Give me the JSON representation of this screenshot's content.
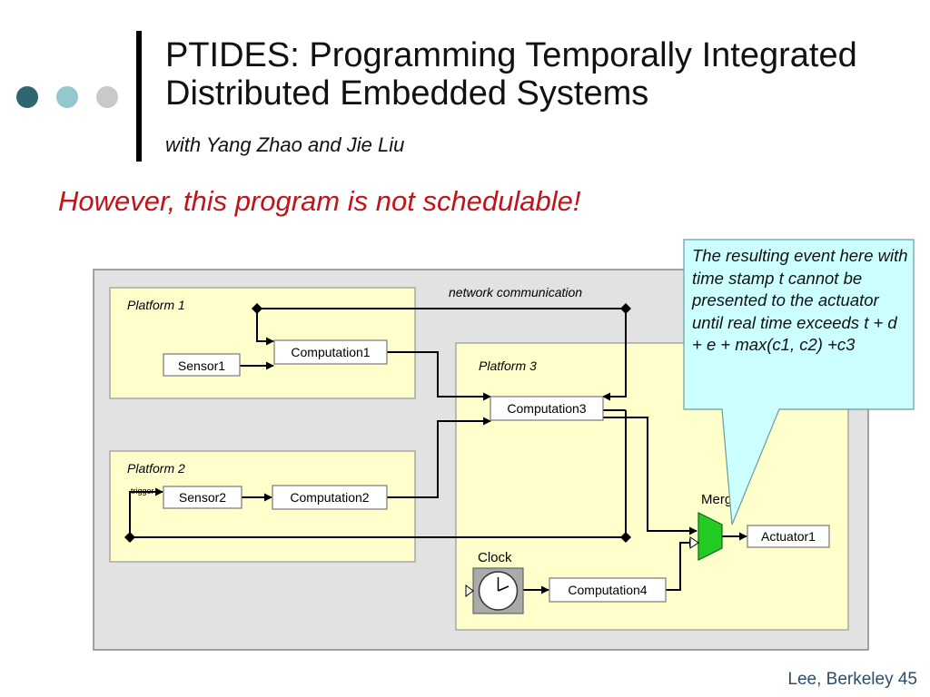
{
  "slide": {
    "title": "PTIDES: Programming Temporally Integrated Distributed Embedded Systems",
    "subtitle": "with Yang Zhao and Jie Liu",
    "headline": "However, this program is not schedulable!",
    "footer": "Lee, Berkeley 45"
  },
  "diagram": {
    "network_label": "network communication",
    "platforms": [
      "Platform 1",
      "Platform 2",
      "Platform 3"
    ],
    "actors": {
      "sensor1": "Sensor1",
      "computation1": "Computation1",
      "sensor2": "Sensor2",
      "computation2": "Computation2",
      "computation3": "Computation3",
      "computation4": "Computation4",
      "actuator1": "Actuator1",
      "clock": "Clock",
      "merge": "Merge",
      "trigger": "trigger"
    },
    "callout": "The resulting event here with time stamp t cannot be presented to the actuator until real time exceeds t + d + e + max(c1, c2) +c3"
  },
  "colors": {
    "accent_red": "#c0141a",
    "platform_fill": "#ffffcc",
    "canvas_fill": "#e2e2e2",
    "callout_fill": "#ccffff",
    "merge_green": "#22cc22"
  }
}
